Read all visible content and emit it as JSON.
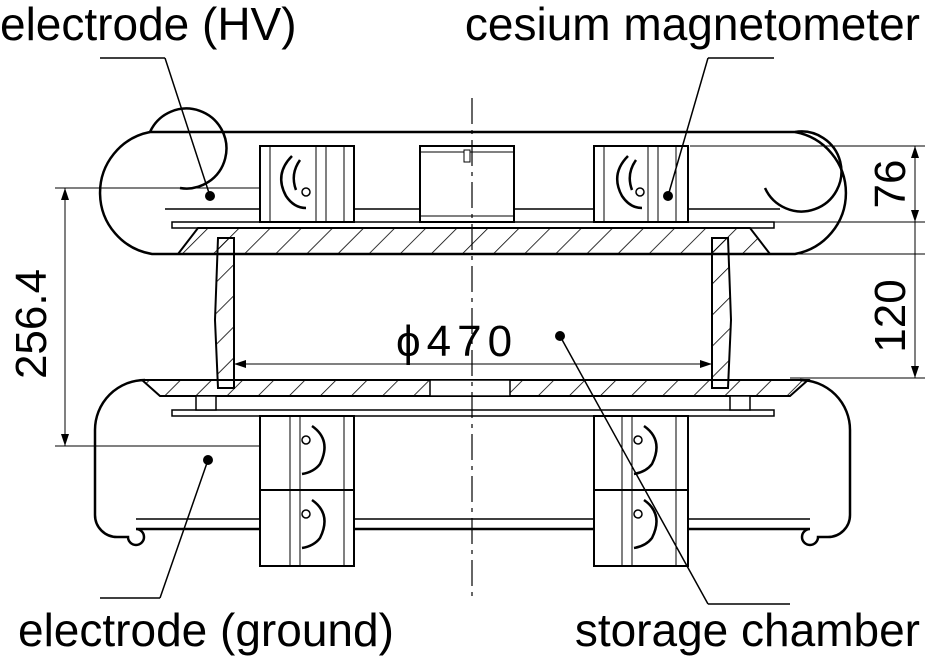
{
  "labels": {
    "electrode_hv": "electrode (HV)",
    "cesium_magnetometer": "cesium magnetometer",
    "electrode_ground": "electrode (ground)",
    "storage_chamber": "storage chamber"
  },
  "dimensions": {
    "top_electrode_height": "76",
    "chamber_height": "120",
    "electrode_spacing": "256.4",
    "chamber_diameter": "ϕ470"
  }
}
